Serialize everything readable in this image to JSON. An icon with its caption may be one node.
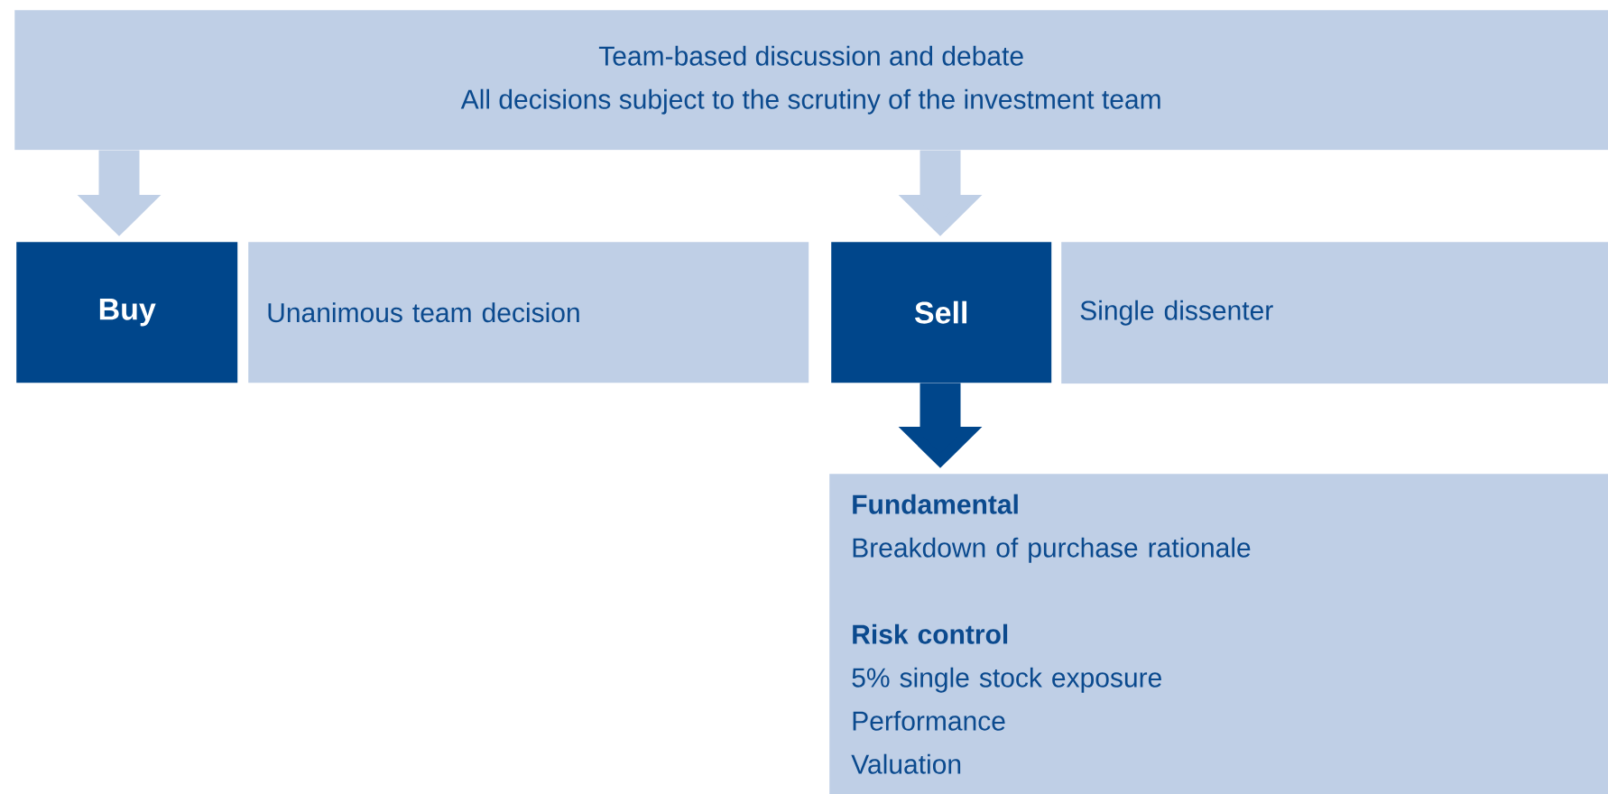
{
  "diagram": {
    "nodes": [
      {
        "text": [
          "Team-based discussion and debate",
          "All decisions subject to the scrutiny of the investment team"
        ]
      },
      {
        "text": [
          "Buy"
        ]
      },
      {
        "text": [
          "Unanimous team decision"
        ]
      },
      {
        "text": [
          "Sell"
        ]
      },
      {
        "text": [
          "Single dissenter"
        ]
      },
      {
        "text": [
          "Fundamental",
          "Breakdown of purchase rationale",
          "Risk control",
          "5% single stock exposure",
          "Performance",
          "Valuation"
        ]
      }
    ],
    "edges": [
      {
        "from": 0,
        "to": 1,
        "arrow": "to"
      },
      {
        "from": 0,
        "to": 3,
        "arrow": "to"
      },
      {
        "from": 3,
        "to": 5,
        "arrow": "to",
        "color": "#00468b"
      }
    ]
  }
}
